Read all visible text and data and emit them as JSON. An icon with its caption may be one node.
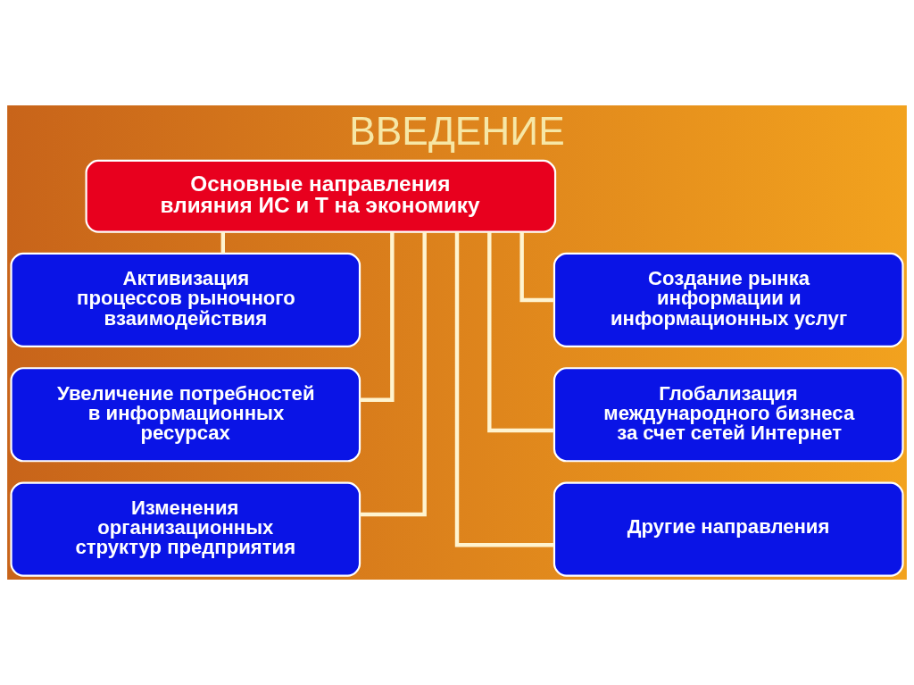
{
  "diagram": {
    "title": "ВВЕДЕНИЕ",
    "nodes": [
      {
        "text": [
          "Основные направления влияния ИС и Т на экономику"
        ]
      },
      {
        "text": [
          "Активизация процессов рыночного взаимодействия"
        ]
      },
      {
        "text": [
          "Создание рынка информации и информационных услуг"
        ]
      },
      {
        "text": [
          "Увеличение потребностей в информационных ресурсах"
        ]
      },
      {
        "text": [
          "Глобализация международного бизнеса за счет сетей Интернет"
        ]
      },
      {
        "text": [
          "Изменения организационных структур предприятия"
        ]
      },
      {
        "text": [
          "Другие направления"
        ]
      }
    ],
    "edges": [
      {
        "from": 0,
        "to": 1,
        "arrow": "none"
      },
      {
        "from": 0,
        "to": 2,
        "arrow": "none"
      },
      {
        "from": 0,
        "to": 3,
        "arrow": "none"
      },
      {
        "from": 0,
        "to": 4,
        "arrow": "none"
      },
      {
        "from": 0,
        "to": 5,
        "arrow": "none"
      },
      {
        "from": 0,
        "to": 6,
        "arrow": "none"
      }
    ]
  }
}
